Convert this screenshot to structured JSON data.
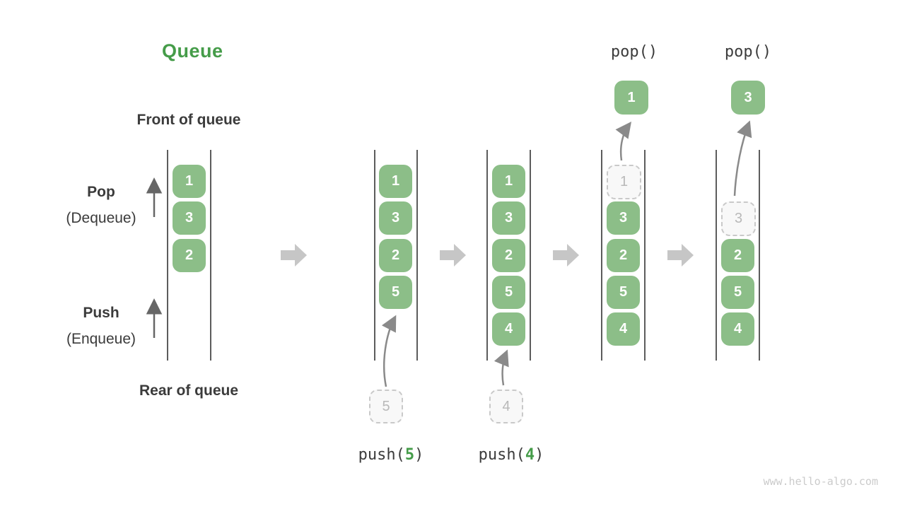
{
  "title": {
    "text": "Queue",
    "color": "#459C49"
  },
  "side_labels": {
    "front": "Front of queue",
    "rear": "Rear of queue",
    "pop": "Pop",
    "pop_sub": "(Dequeue)",
    "push": "Push",
    "push_sub": "(Enqueue)"
  },
  "colors": {
    "cell_green": "#8CBE88",
    "accent_green": "#459C49",
    "text_dark": "#3B3B3B",
    "wall_gray": "#5C5C5C",
    "block_arrow_gray": "#C6C6C6",
    "flow_arrow_gray": "#8A8A8A",
    "dashed_border_gray": "#C9C9C9",
    "dashed_text_gray": "#B9B9B9",
    "watermark_gray": "#CBCBCB"
  },
  "queues": [
    {
      "cells": [
        {
          "value": "1"
        },
        {
          "value": "3"
        },
        {
          "value": "2"
        }
      ]
    },
    {
      "cells": [
        {
          "value": "1"
        },
        {
          "value": "3"
        },
        {
          "value": "2"
        },
        {
          "value": "5"
        }
      ],
      "pending": {
        "value": "5"
      },
      "operation": {
        "fn": "push(",
        "arg": "5",
        "close": ")"
      }
    },
    {
      "cells": [
        {
          "value": "1"
        },
        {
          "value": "3"
        },
        {
          "value": "2"
        },
        {
          "value": "5"
        },
        {
          "value": "4"
        }
      ],
      "pending": {
        "value": "4"
      },
      "operation": {
        "fn": "push(",
        "arg": "4",
        "close": ")"
      }
    },
    {
      "cells": [
        {
          "value": "1",
          "removed": true
        },
        {
          "value": "3"
        },
        {
          "value": "2"
        },
        {
          "value": "5"
        },
        {
          "value": "4"
        }
      ],
      "popped": {
        "value": "1"
      },
      "operation": {
        "label": "pop()"
      }
    },
    {
      "cells": [
        {
          "value": "3",
          "removed": true
        },
        {
          "value": "2"
        },
        {
          "value": "5"
        },
        {
          "value": "4"
        }
      ],
      "popped": {
        "value": "3"
      },
      "operation": {
        "label": "pop()"
      }
    }
  ],
  "watermark": "www.hello-algo.com"
}
